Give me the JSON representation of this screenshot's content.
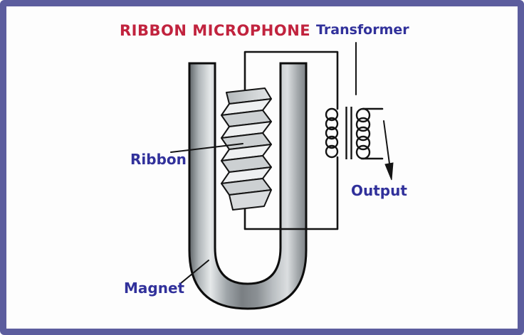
{
  "title": "RIBBON MICROPHONE",
  "labels": {
    "transformer": "Transformer",
    "ribbon": "Ribbon",
    "magnet": "Magnet",
    "output": "Output"
  },
  "colors": {
    "title_red": "#c1233e",
    "label_blue": "#31319b",
    "frame_purple": "#5c5d9e",
    "line_black": "#141414",
    "canvas_bg": "#fdfdfd",
    "magnet_edge_dark": "#5f6468",
    "magnet_highlight": "#e6e9ea",
    "ribbon_face_light": "#eef0f1",
    "ribbon_face_dark": "#ccd0d2"
  },
  "diagram_parts": [
    "u-shaped-magnet",
    "pleated-ribbon",
    "circuit-wire-loop",
    "transformer-primary-coil",
    "transformer-core",
    "transformer-secondary-coil",
    "output-arrow",
    "label-pointer-lines"
  ]
}
